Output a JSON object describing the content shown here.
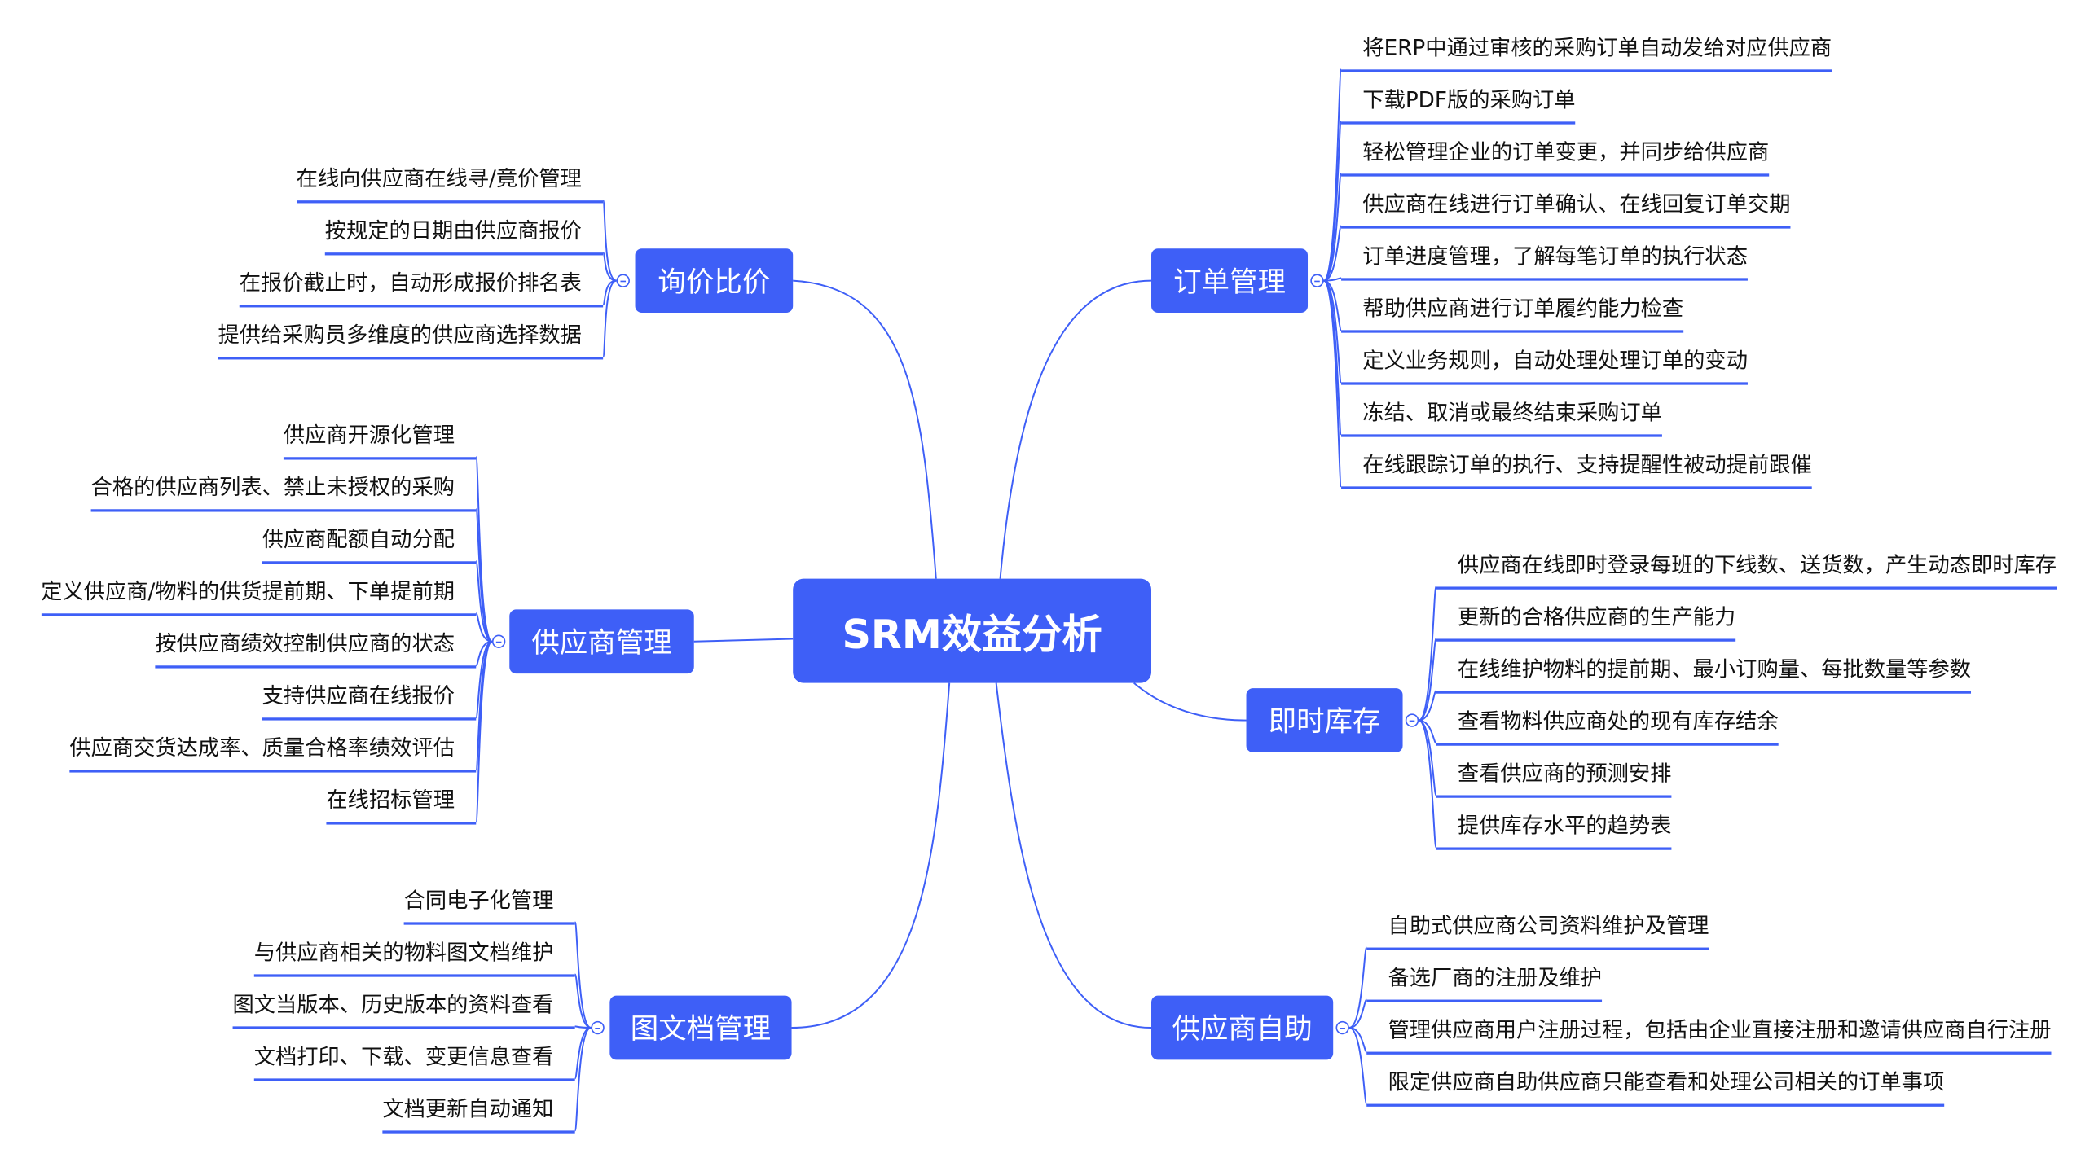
{
  "center": "SRM效益分析",
  "colors": {
    "accent": "#3e5ff7",
    "text": "#111111",
    "background": "#ffffff"
  },
  "branches": {
    "xunjia": {
      "label": "询价比价",
      "items": [
        "在线向供应商在线寻/竟价管理",
        "按规定的日期由供应商报价",
        "在报价截止时，自动形成报价排名表",
        "提供给采购员多维度的供应商选择数据"
      ]
    },
    "gongyingshang": {
      "label": "供应商管理",
      "items": [
        "供应商开源化管理",
        "合格的供应商列表、禁止未授权的采购",
        "供应商配额自动分配",
        "定义供应商/物料的供货提前期、下单提前期",
        "按供应商绩效控制供应商的状态",
        "支持供应商在线报价",
        "供应商交货达成率、质量合格率绩效评估",
        "在线招标管理"
      ]
    },
    "tuwendang": {
      "label": "图文档管理",
      "items": [
        "合同电子化管理",
        "与供应商相关的物料图文档维护",
        "图文当版本、历史版本的资料查看",
        "文档打印、下载、变更信息查看",
        "文档更新自动通知"
      ]
    },
    "dingdan": {
      "label": "订单管理",
      "items": [
        "将ERP中通过审核的采购订单自动发给对应供应商",
        "下载PDF版的采购订单",
        "轻松管理企业的订单变更，并同步给供应商",
        "供应商在线进行订单确认、在线回复订单交期",
        "订单进度管理，了解每笔订单的执行状态",
        "帮助供应商进行订单履约能力检查",
        "定义业务规则，自动处理处理订单的变动",
        "冻结、取消或最终结束采购订单",
        "在线跟踪订单的执行、支持提醒性被动提前跟催"
      ]
    },
    "jishi": {
      "label": "即时库存",
      "items": [
        "供应商在线即时登录每班的下线数、送货数，产生动态即时库存",
        "更新的合格供应商的生产能力",
        "在线维护物料的提前期、最小订购量、每批数量等参数",
        "查看物料供应商处的现有库存结余",
        "查看供应商的预测安排",
        "提供库存水平的趋势表"
      ]
    },
    "zizhu": {
      "label": "供应商自助",
      "items": [
        "自助式供应商公司资料维护及管理",
        "备选厂商的注册及维护",
        "管理供应商用户注册过程，包括由企业直接注册和邀请供应商自行注册",
        "限定供应商自助供应商只能查看和处理公司相关的订单事项"
      ]
    }
  }
}
